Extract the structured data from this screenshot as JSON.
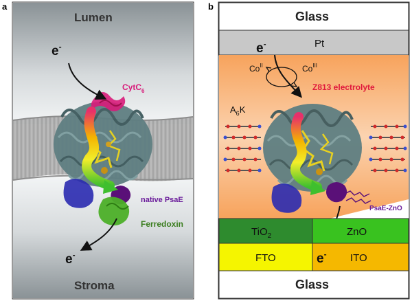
{
  "panel_a": {
    "label": "a",
    "top": "Lumen",
    "bottom": "Stroma",
    "electron_in": "e",
    "electron_out": "e",
    "electron_sup": "-",
    "cytc_base": "CytC",
    "cytc_sub": "6",
    "psae": "native PsaE",
    "ferredoxin": "Ferredoxin"
  },
  "panel_b": {
    "label": "b",
    "glass_top": "Glass",
    "pt": "Pt",
    "electron_in": "e",
    "electron_sup": "-",
    "co_base": "Co",
    "co_ii": "II",
    "co_iii": "III",
    "electrolyte": "Z813 electrolyte",
    "a6k_a": "A",
    "a6k_sub": "6",
    "a6k_k": "K",
    "psae_zno": "PsaE-ZnO",
    "tio2_base": "TiO",
    "tio2_sub": "2",
    "zno": "ZnO",
    "fto": "FTO",
    "electron_out": "e",
    "ito": "ITO",
    "glass_bottom": "Glass"
  },
  "colors": {
    "cytc": "#d81b7a",
    "psae": "#6a1b9a",
    "ferredoxin": "#3a7d1e",
    "electrolyte": "#e0193c",
    "tio2": "#2e8b2e",
    "zno": "#39c21f",
    "fto": "#f5f500",
    "ito": "#f5b800",
    "glass": "#ffffff",
    "pt": "#c8c8c8"
  }
}
